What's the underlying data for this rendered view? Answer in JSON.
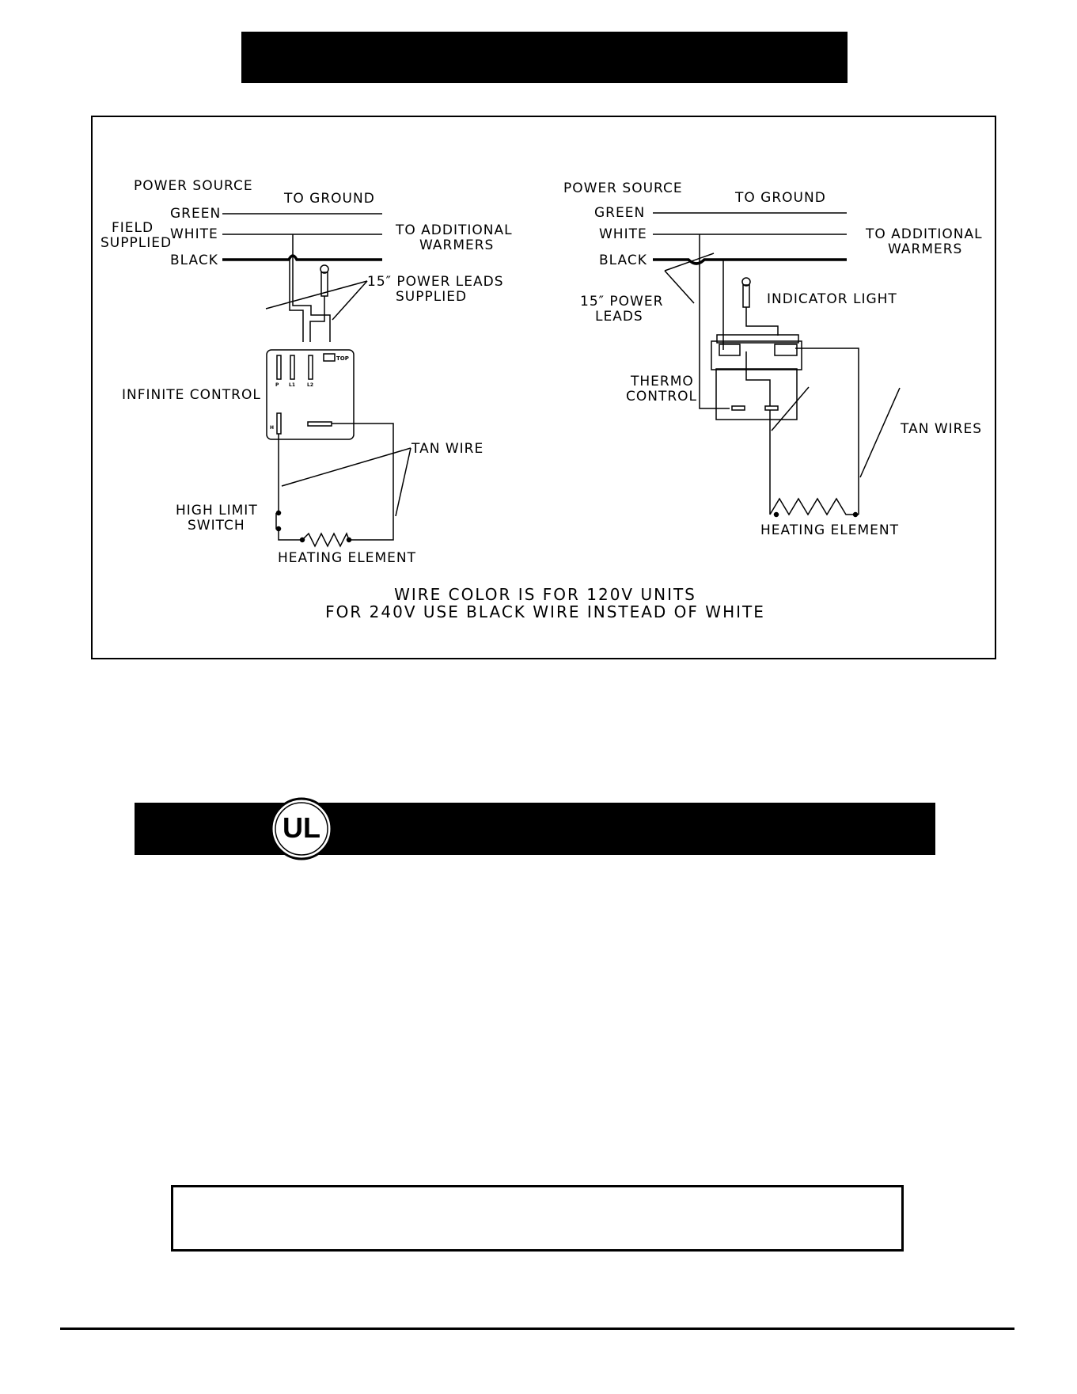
{
  "diagram_left": {
    "power_source": "POWER SOURCE",
    "to_ground": "TO GROUND",
    "green": "GREEN",
    "white": "WHITE",
    "black": "BLACK",
    "field": "FIELD",
    "supplied": "SUPPLIED",
    "to_additional": "TO ADDITIONAL",
    "warmers": "WARMERS",
    "power_leads_1": "15″ POWER LEADS",
    "power_leads_2": "SUPPLIED",
    "infinite_control": "INFINITE CONTROL",
    "top": "TOP",
    "term_p": "P",
    "term_l1": "L1",
    "term_l2": "L2",
    "term_h": "H",
    "tan_wire": "TAN WIRE",
    "high_limit_1": "HIGH LIMIT",
    "high_limit_2": "SWITCH",
    "heating_element": "HEATING ELEMENT"
  },
  "diagram_right": {
    "power_source": "POWER SOURCE",
    "to_ground": "TO GROUND",
    "green": "GREEN",
    "white": "WHITE",
    "black": "BLACK",
    "to_additional": "TO ADDITIONAL",
    "warmers": "WARMERS",
    "power_leads_1": "15″ POWER",
    "power_leads_2": "LEADS",
    "indicator_light": "INDICATOR LIGHT",
    "thermo_1": "THERMO",
    "thermo_2": "CONTROL",
    "tan_wires": "TAN WIRES",
    "heating_element": "HEATING ELEMENT"
  },
  "note": {
    "line1": "WIRE COLOR IS FOR 120V UNITS",
    "line2": "FOR 240V USE BLACK WIRE INSTEAD OF WHITE"
  },
  "ul_logo": {
    "text": "UL"
  }
}
